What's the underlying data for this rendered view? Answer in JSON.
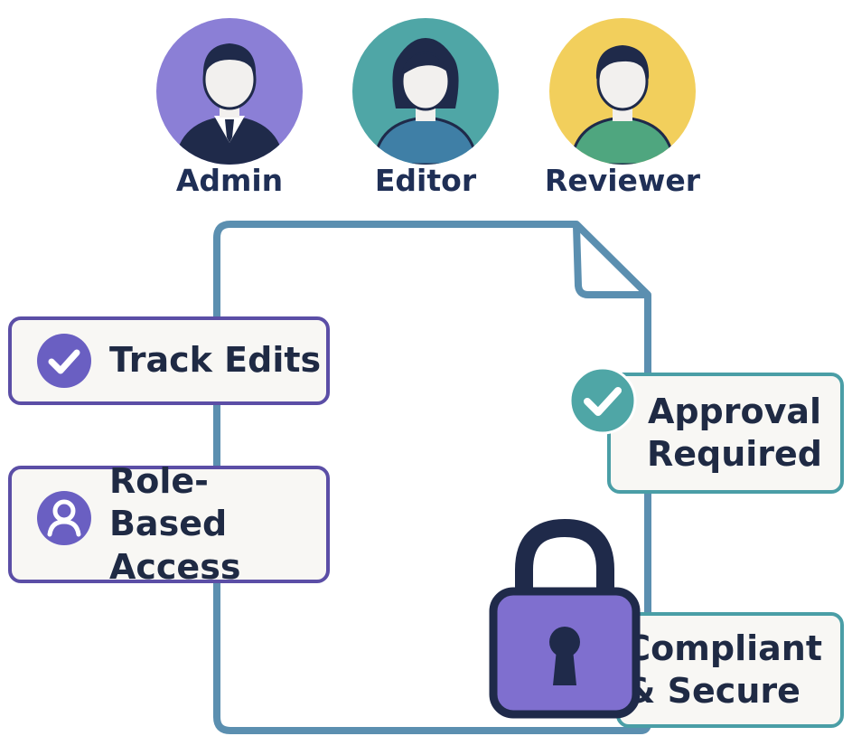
{
  "roles": [
    {
      "label": "Admin",
      "icon": "admin-avatar-icon",
      "color": "#8b7fd6"
    },
    {
      "label": "Editor",
      "icon": "editor-avatar-icon",
      "color": "#4fa6a6"
    },
    {
      "label": "Reviewer",
      "icon": "reviewer-avatar-icon",
      "color": "#f2cf5c"
    }
  ],
  "features": {
    "track_edits": "Track Edits",
    "role_based_line1": "Role-Based",
    "role_based_line2": "Access",
    "approval_line1": "Approval",
    "approval_line2": "Required",
    "compliant_line1": "Compliant",
    "compliant_line2": "& Secure"
  },
  "icons": [
    "check-circle-icon",
    "user-circle-icon",
    "check-badge-icon",
    "padlock-icon",
    "document-icon"
  ],
  "colors": {
    "purple": "#6a5fc2",
    "teal": "#4a9ea6",
    "navy": "#1f2f56",
    "document_outline": "#5b8fb0"
  }
}
